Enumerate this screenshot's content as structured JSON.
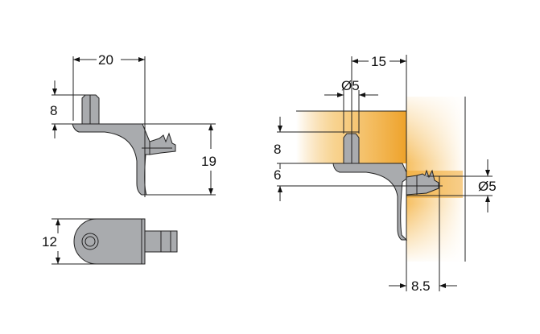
{
  "dimensions": {
    "side_width": "20",
    "side_pin_height": "8",
    "side_height": "19",
    "top_width": "12",
    "mounted_depth": "15",
    "pin_diameter": "Ø5",
    "pin_height": "8",
    "bracket_offset": "6",
    "peg_diameter": "Ø5",
    "peg_depth": "8.5"
  },
  "colors": {
    "part": "#a9abae",
    "part_stroke": "#333333",
    "wood": "#f0a830"
  }
}
